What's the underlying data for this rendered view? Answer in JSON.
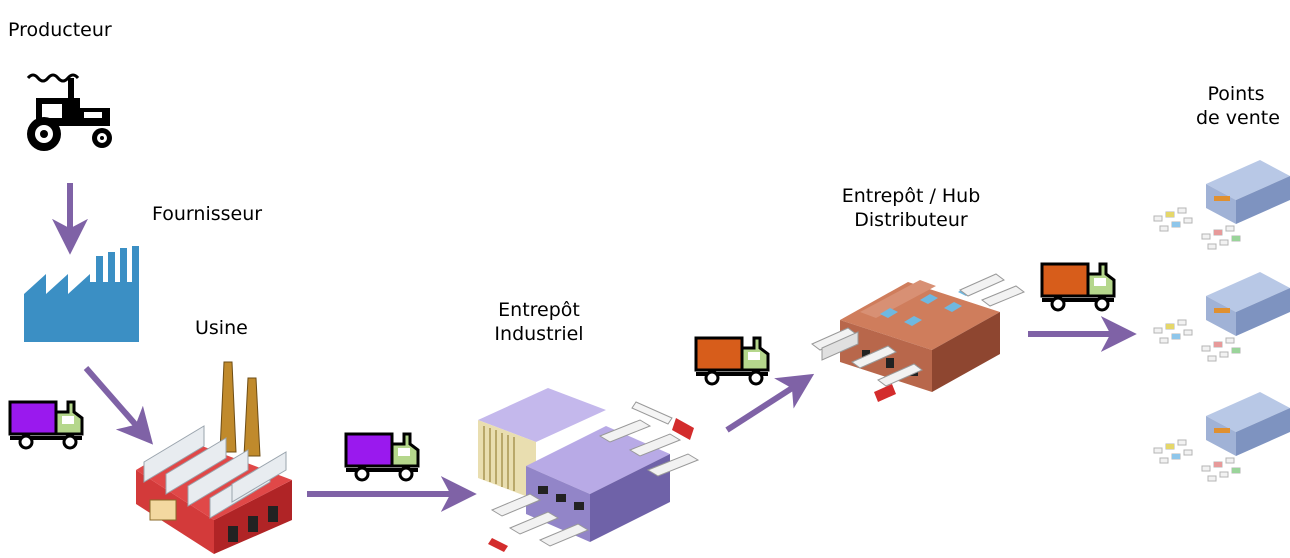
{
  "labels": {
    "producteur": "Producteur",
    "fournisseur": "Fournisseur",
    "usine": "Usine",
    "entrepot_industriel_line1": "Entrepôt",
    "entrepot_industriel_line2": "Industriel",
    "hub_line1": "Entrepôt / Hub",
    "hub_line2": "Distributeur",
    "points_de_vente_line1": "Points",
    "points_de_vente_line2": "de vente"
  },
  "colors": {
    "arrow": "#7f62a6",
    "truck_purple": "#9a19ee",
    "truck_orange": "#d75d1b",
    "truck_cab": "#b5d78c",
    "factory_blue": "#3b8fc4",
    "usine_red": "#c72c2f",
    "entrepot_lavender": "#a89ad8",
    "hub_brown": "#b8674b",
    "shop_blue": "#8fa6cf"
  },
  "icons": [
    "tractor-icon",
    "factory-silhouette-icon",
    "purple-truck-icon",
    "orange-truck-icon",
    "usine-building-icon",
    "industrial-warehouse-icon",
    "distribution-hub-icon",
    "point-of-sale-store-icon"
  ]
}
